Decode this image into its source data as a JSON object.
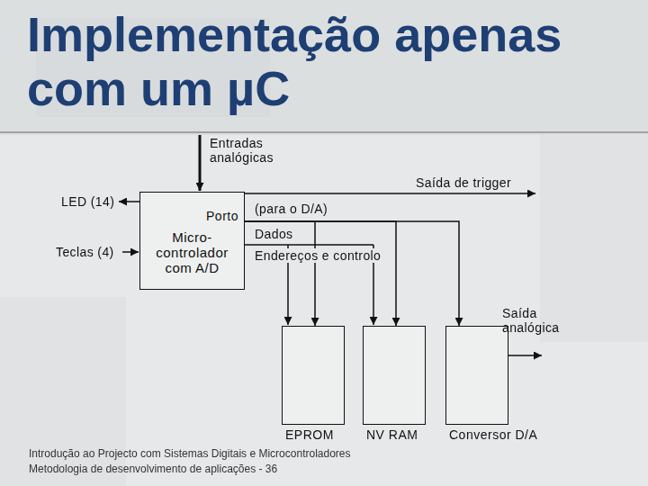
{
  "diagram": {
    "title": "Implementação apenas com um µC",
    "nodes": [
      {
        "text": [
          "Porto",
          "Micro- controlador com A/D"
        ]
      },
      {
        "text": [
          "EPROM"
        ]
      },
      {
        "text": [
          "NV RAM"
        ]
      },
      {
        "text": [
          "Conversor D/A"
        ]
      }
    ],
    "edges": [
      {
        "from": 0,
        "to": 1,
        "arrow": "to"
      },
      {
        "from": 0,
        "to": 2,
        "arrow": "to"
      },
      {
        "from": 0,
        "to": 3,
        "arrow": "to"
      }
    ],
    "labels": [
      "Entradas analógicas",
      "Saída de trigger",
      "LED (14)",
      "Teclas (4)",
      "(para o D/A)",
      "Dados",
      "Endereços e controlo",
      "Saída analógica",
      "Introdução ao Projecto com Sistemas Digitais e Microcontroladores",
      "Metodologia de desenvolvimento de aplicações - 36"
    ]
  }
}
